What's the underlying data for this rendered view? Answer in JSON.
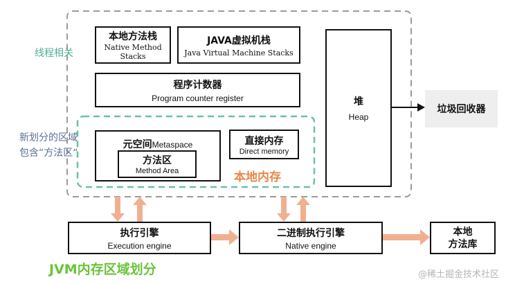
{
  "regions": {
    "thread_label": "线程相关",
    "new_area_line1": "新划分的区域",
    "new_area_line2": "包含“方法区“",
    "local_memory_label": "本地内存"
  },
  "native_stack": {
    "zh": "本地方法栈",
    "en_line1": "Native Method",
    "en_line2": "Stacks"
  },
  "java_stack": {
    "zh": "JAVA虚拟机栈",
    "en": "Java Virtual Machine Stacks"
  },
  "pc_register": {
    "zh": "程序计数器",
    "en": "Program counter register"
  },
  "heap": {
    "zh": "堆",
    "en": "Heap"
  },
  "gc": {
    "zh": "垃圾回收器"
  },
  "metaspace": {
    "zh": "元空间",
    "en": "Metaspace"
  },
  "method_area": {
    "zh": "方法区",
    "en": "Method Area"
  },
  "direct_memory": {
    "zh": "直接内存",
    "en": "Direct memory"
  },
  "exec_engine": {
    "zh": "执行引擎",
    "en": "Execution engine"
  },
  "native_engine": {
    "zh": "二进制执行引擎",
    "en": "Native engine"
  },
  "native_lib": {
    "zh_line1": "本地",
    "zh_line2": "方法库"
  },
  "title": "JVM内存区域划分",
  "watermark": "@稀土掘金技术社区",
  "colors": {
    "dashed_gray": "#9a9a9a",
    "dashed_teal": "#6bbfa8",
    "teal_text": "#4fae95",
    "slate_text": "#5c6f95",
    "orange": "#e8874a",
    "arrow_orange": "#f0b090",
    "title_green": "#6ac43b",
    "gc_bg": "#eeeeee"
  }
}
